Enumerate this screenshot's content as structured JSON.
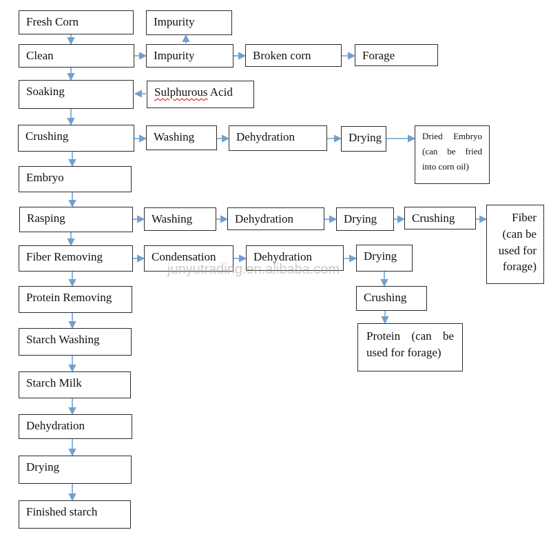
{
  "colors": {
    "arrow": "#6fa0d0",
    "border": "#2b2b2b",
    "text": "#111111",
    "watermark": "#a0a0a0",
    "spell_underline": "#cc0000"
  },
  "nodes": {
    "fresh_corn": "Fresh Corn",
    "impurity_top": "Impurity",
    "clean": "Clean",
    "impurity": "Impurity",
    "broken_corn": "Broken corn",
    "forage": "Forage",
    "soaking": "Soaking",
    "sulphurous_acid_1": "Sulphurous",
    "sulphurous_acid_2": " Acid",
    "crushing_main": "Crushing",
    "washing_embryo": "Washing",
    "dehydration_embryo": "Dehydration",
    "drying_embryo": "Drying",
    "dried_embryo": "Dried Embryo (can be fried into corn oil)",
    "embryo": "Embryo",
    "rasping": "Rasping",
    "washing_fiber": "Washing",
    "dehydration_fiber": "Dehydration",
    "drying_fiber": "Drying",
    "crushing_fiber": "Crushing",
    "fiber": "Fiber (can be used for forage)",
    "fiber_removing": "Fiber Removing",
    "condensation": "Condensation",
    "dehydration_protein": "Dehydration",
    "drying_protein": "Drying",
    "crushing_protein": "Crushing",
    "protein": "Protein (can be used for forage)",
    "protein_removing": "Protein Removing",
    "starch_washing": "Starch Washing",
    "starch_milk": "Starch Milk",
    "dehydration_main": "Dehydration",
    "drying_main": "Drying",
    "finished_starch": "Finished starch"
  },
  "watermark": "junyutrading.en.alibaba.com"
}
